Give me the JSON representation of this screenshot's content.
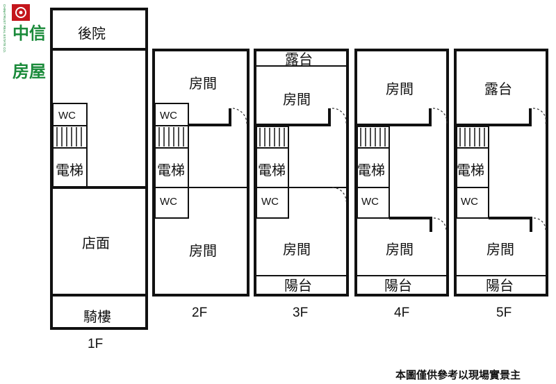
{
  "brand": {
    "name_line1": "中信",
    "name_line2": "房屋",
    "english": "CHINATRUST REAL ESTATE CO."
  },
  "floors": {
    "f1": {
      "label": "1F",
      "rooms": {
        "back_yard": "後院",
        "wc": "WC",
        "elevator": "電梯",
        "shop": "店面",
        "arcade": "騎樓"
      }
    },
    "f2": {
      "label": "2F",
      "rooms": {
        "room_top": "房間",
        "wc_top": "WC",
        "elevator": "電梯",
        "wc_bottom": "WC",
        "room_bottom": "房間"
      }
    },
    "f3": {
      "label": "3F",
      "rooms": {
        "terrace": "露台",
        "room_top": "房間",
        "elevator": "電梯",
        "wc": "WC",
        "room_bottom": "房間",
        "balcony": "陽台"
      }
    },
    "f4": {
      "label": "4F",
      "rooms": {
        "room_top": "房間",
        "elevator": "電梯",
        "wc": "WC",
        "room_bottom": "房間",
        "balcony": "陽台"
      }
    },
    "f5": {
      "label": "5F",
      "rooms": {
        "terrace": "露台",
        "elevator": "電梯",
        "wc": "WC",
        "room_bottom": "房間",
        "balcony": "陽台"
      }
    }
  },
  "footer_note": "本圖僅供參考以現場實景主"
}
